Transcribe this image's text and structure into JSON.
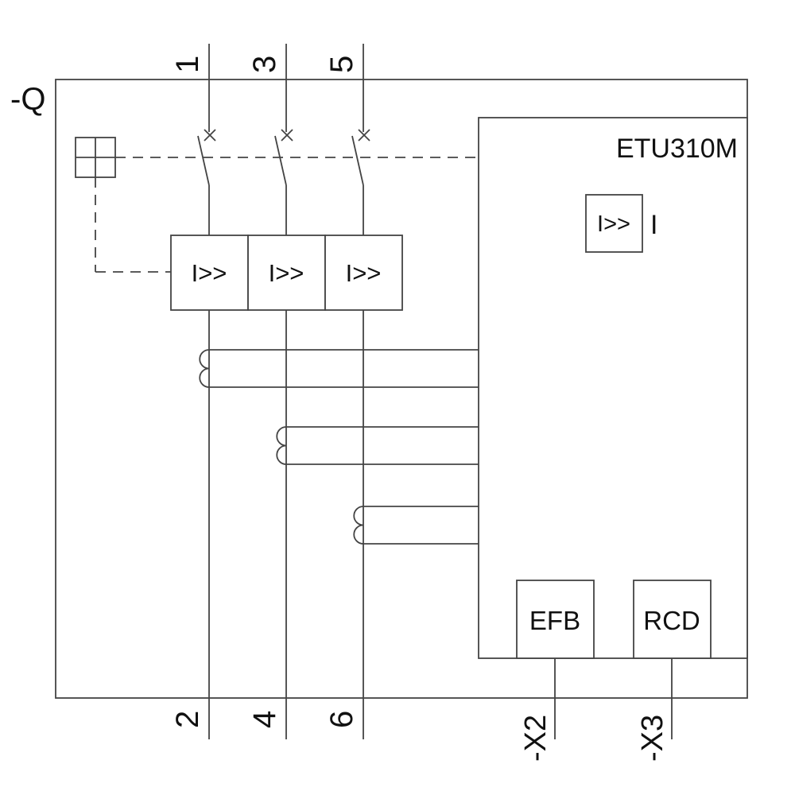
{
  "diagram": {
    "device_label": "-Q",
    "trip_unit": {
      "name": "ETU310M",
      "instantaneous_symbol": "I>>",
      "current_label": "I",
      "efb_label": "EFB",
      "rcd_label": "RCD"
    },
    "poles": [
      {
        "top_terminal": "1",
        "bottom_terminal": "2",
        "release_symbol": "I>>"
      },
      {
        "top_terminal": "3",
        "bottom_terminal": "4",
        "release_symbol": "I>>"
      },
      {
        "top_terminal": "5",
        "bottom_terminal": "6",
        "release_symbol": "I>>"
      }
    ],
    "aux_terminals": {
      "x2": "-X2",
      "x3": "-X3"
    },
    "colors": {
      "line": "#444444",
      "text": "#111111",
      "background": "#ffffff"
    }
  }
}
